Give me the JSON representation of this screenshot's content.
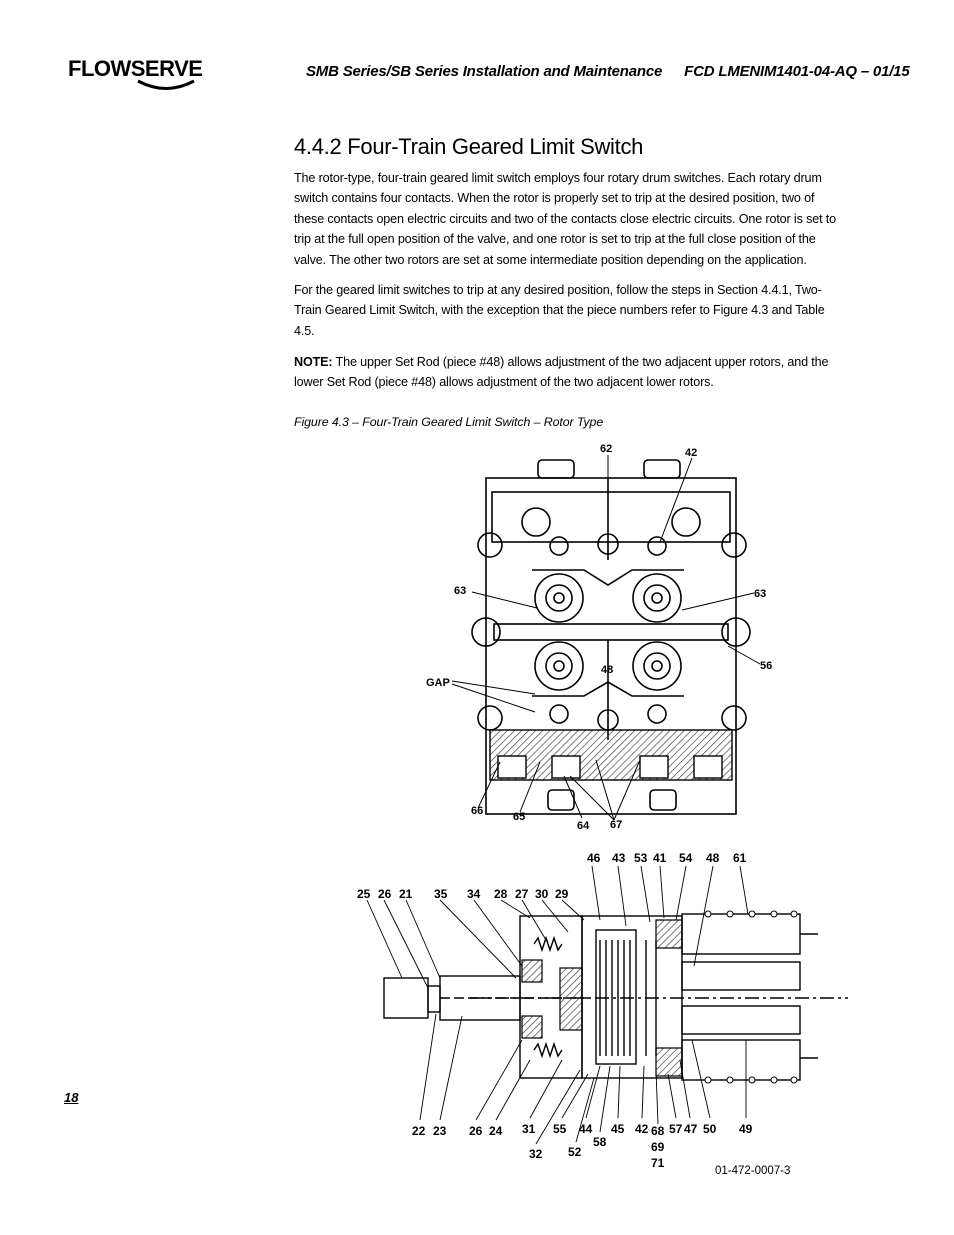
{
  "header": {
    "logo_text": "FLOWSERVE",
    "title": "SMB Series/SB Series Installation and Maintenance",
    "doc_ref": "FCD LMENIM1401-04-AQ – 01/15"
  },
  "section": {
    "title": "4.4.2 Four-Train Geared Limit Switch",
    "paragraph_1": "The rotor-type, four-train geared limit switch employs four rotary drum switches. Each rotary drum switch contains four contacts. When the rotor is properly set to trip at the desired position, two of these contacts open electric circuits and two of the contacts close electric circuits. One rotor is set to trip at the full open position of the valve, and one rotor is set to trip at the full close position of the valve. The other two rotors are set at some intermediate position depending on the application.",
    "paragraph_2": "For the geared limit switches to trip at any desired position, follow the steps in Section 4.4.1, Two-Train Geared Limit Switch, with the exception that the piece numbers refer to Figure 4.3 and Table 4.5.",
    "note_label": "NOTE:",
    "note_text": " The upper Set Rod (piece #48) allows adjustment of the two adjacent upper rotors, and the lower Set Rod (piece #48) allows adjustment of the two adjacent lower rotors."
  },
  "figure": {
    "caption": "Figure 4.3 – Four-Train Geared Limit Switch – Rotor Type",
    "top_view_labels": {
      "l62": "62",
      "l42": "42",
      "l63a": "63",
      "l63b": "63",
      "l56": "56",
      "l48": "48",
      "gap": "GAP",
      "l66": "66",
      "l65": "65",
      "l64": "64",
      "l67": "67"
    },
    "side_view_labels": {
      "l46": "46",
      "l43": "43",
      "l53": "53",
      "l41": "41",
      "l54": "54",
      "l48": "48",
      "l61": "61",
      "l25": "25",
      "l26a": "26",
      "l21": "21",
      "l35": "35",
      "l34": "34",
      "l28": "28",
      "l27": "27",
      "l30": "30",
      "l29": "29",
      "l22": "22",
      "l23": "23",
      "l26b": "26",
      "l24": "24",
      "l31": "31",
      "l32": "32",
      "l55": "55",
      "l52": "52",
      "l44": "44",
      "l58": "58",
      "l45": "45",
      "l42": "42",
      "l68": "68",
      "l69": "69",
      "l71": "71",
      "l57": "57",
      "l47": "47",
      "l50": "50",
      "l49": "49"
    },
    "drawing_number": "01-472-0007-3"
  },
  "page_number": "18"
}
